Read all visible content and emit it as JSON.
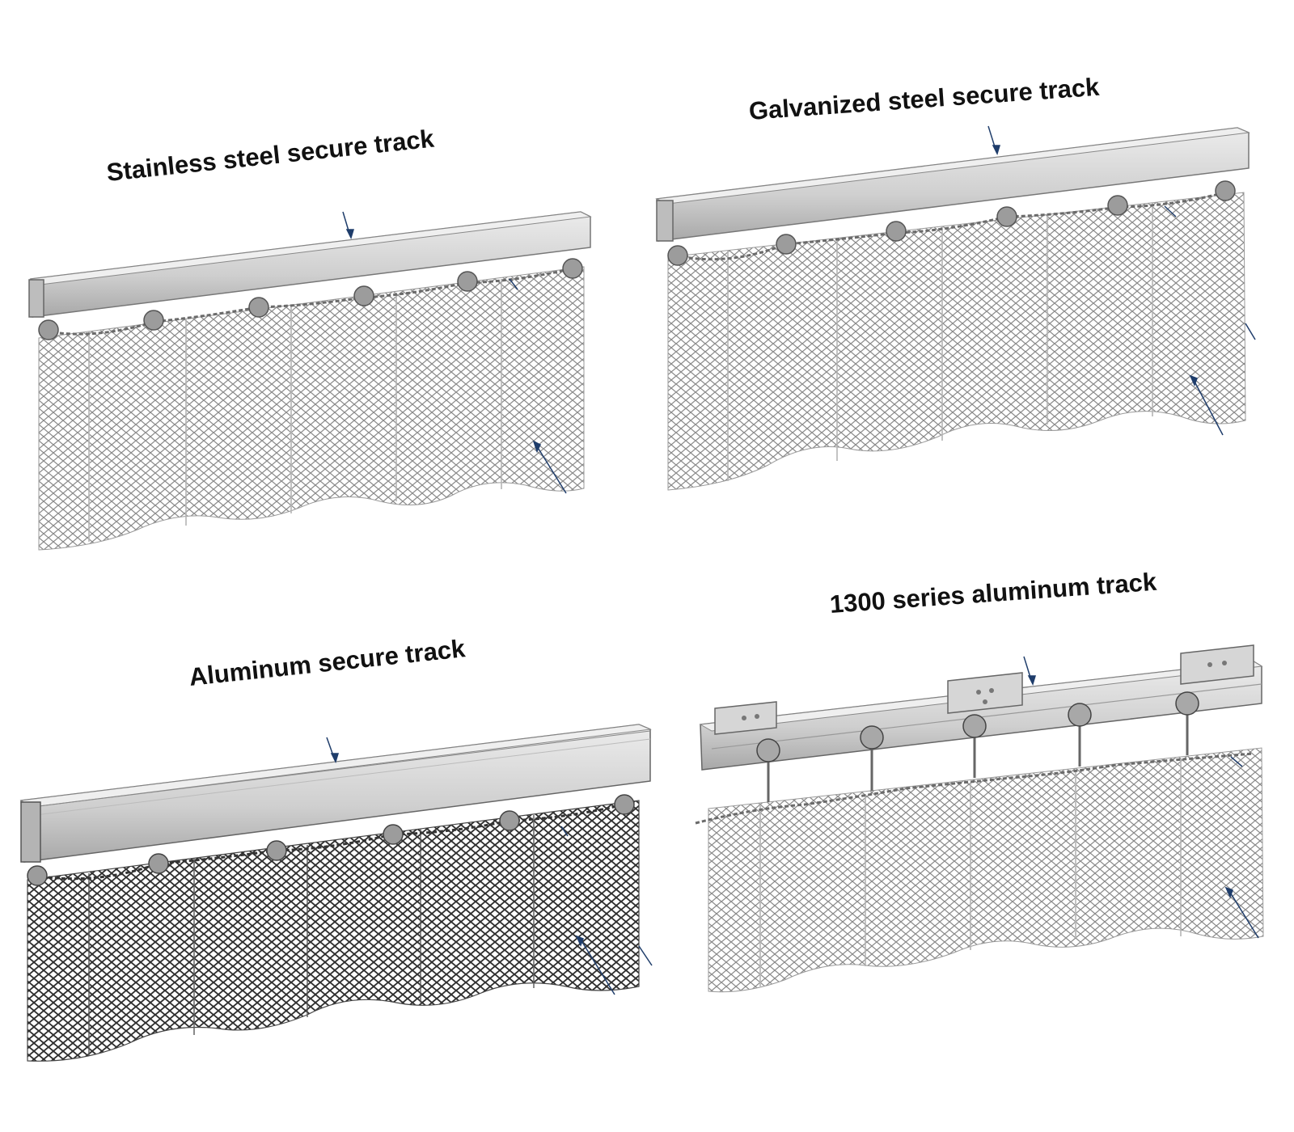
{
  "panels": {
    "stainless": {
      "title": "Stainless steel secure track"
    },
    "galvanized": {
      "title": "Galvanized steel secure track"
    },
    "aluminum": {
      "title": "Aluminum secure track"
    },
    "series1300": {
      "title": "1300 series aluminum track"
    }
  },
  "colors": {
    "track_light": "#dcdcdc",
    "track_mid": "#c4c4c4",
    "track_dark": "#9a9a9a",
    "mesh_light": "#8a8a8a",
    "mesh_dark": "#3a3a3a",
    "arrow": "#1f3d6b"
  }
}
